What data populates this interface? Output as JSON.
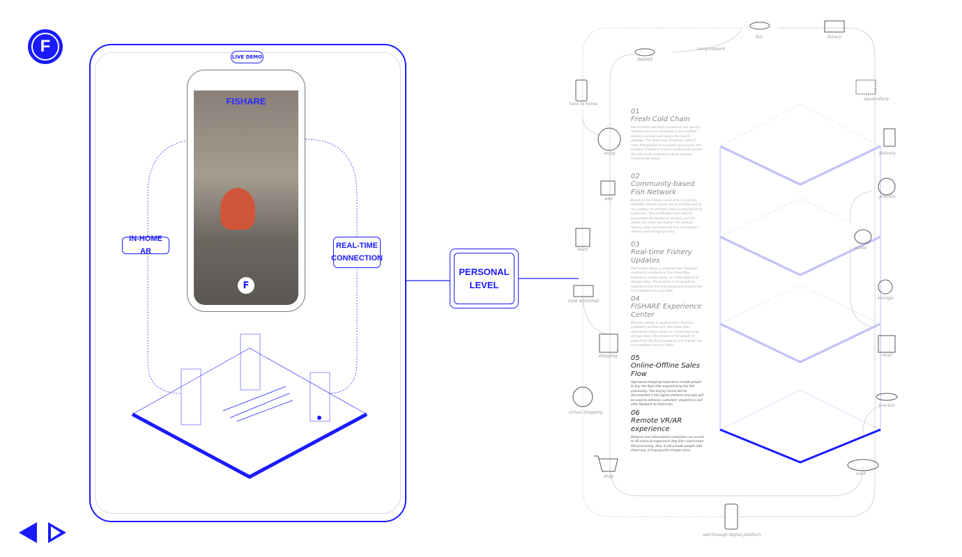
{
  "logo": {
    "letter": "F"
  },
  "left_panel": {
    "live_demo": "LIVE DEMO",
    "app_title": "FISHARE",
    "app_logo": "F",
    "in_home_ar": "IN-HOME AR",
    "realtime_line1": "REAL-TIME",
    "realtime_line2": "CONNECTION"
  },
  "personal_level": {
    "line1": "PERSONAL",
    "line2": "LEVEL"
  },
  "sections": [
    {
      "num": "01",
      "title": "Fresh Cold Chain",
      "desc": "Sea-to-table cold chain located on site greatly shortens the time consumed in the seafood delivery process and reduce the loss of spoilage. The direct way of selling makes it more transparent to transport and process the seafood. Freshness Tracker seafood box enable the data to be collected to track seafood contaminate status."
    },
    {
      "num": "02",
      "title": "Community-based Fish Network",
      "desc": "Based on the fishery community in Ang Sila, FISHARE network invites the local fishermen to the platform to sell their fresh seafood direct to customers. The certification from HACCP guarantees the quality of seafood, and the whole cold chain will shorten the seafood delivery time and lower the loss of seafood in delivery and storage process."
    },
    {
      "num": "03",
      "title": "Real-time Fishery Updates",
      "desc": "Roof-shape design is inspired from Thailand traditional architecture, this three-floor experience center works as a front-shop-end-storage shop. The purpose is for people to experience the fish processing and shorten the time between sea and table."
    },
    {
      "num": "04",
      "title": "FISHARE Experience Center",
      "desc": "Roof-like design is inspired from Thailand traditional architecture, this three-floor experience center works as a front-shop-end-storage shop. The purpose is for people to experience the fish processing and shorten the time between sea and table."
    },
    {
      "num": "05",
      "title": "Online-Offline Sales Flow",
      "desc": "App-based shopping experience enable people to buy the food after experiencing the fish processing. The buying record will be documented in the digital platform and data will be used to enhance customers' experience and offer feedback to fishermen."
    },
    {
      "num": "06",
      "title": "Remote VR/AR experience",
      "desc": "National and international customers can access to VR scene to experience Ang Sila's well-known fish processing. Also, it will provide people with direct way of buying with cheaper price."
    }
  ],
  "flow_labels": {
    "fish": "fish",
    "fishery": "fishery",
    "deposit": "deposit",
    "compostwork": "compostwork",
    "take_to_home": "take to home",
    "aquaculture": "aquaculture",
    "enjoy": "enjoy",
    "delivery": "delivery",
    "process_top": "process",
    "pay": "pay",
    "pickle": "pickle",
    "learn": "learn",
    "storage": "storage",
    "cook_workshop": "cook workshop",
    "retail": "retail",
    "shopping": "shopping",
    "process_bottom": "process",
    "virtual_shopping": "virtual shopping",
    "shop": "shop",
    "cook": "cook",
    "sell": "sell through digital platform"
  },
  "colors": {
    "accent": "#1a1aff",
    "line": "#d6d6d6"
  }
}
